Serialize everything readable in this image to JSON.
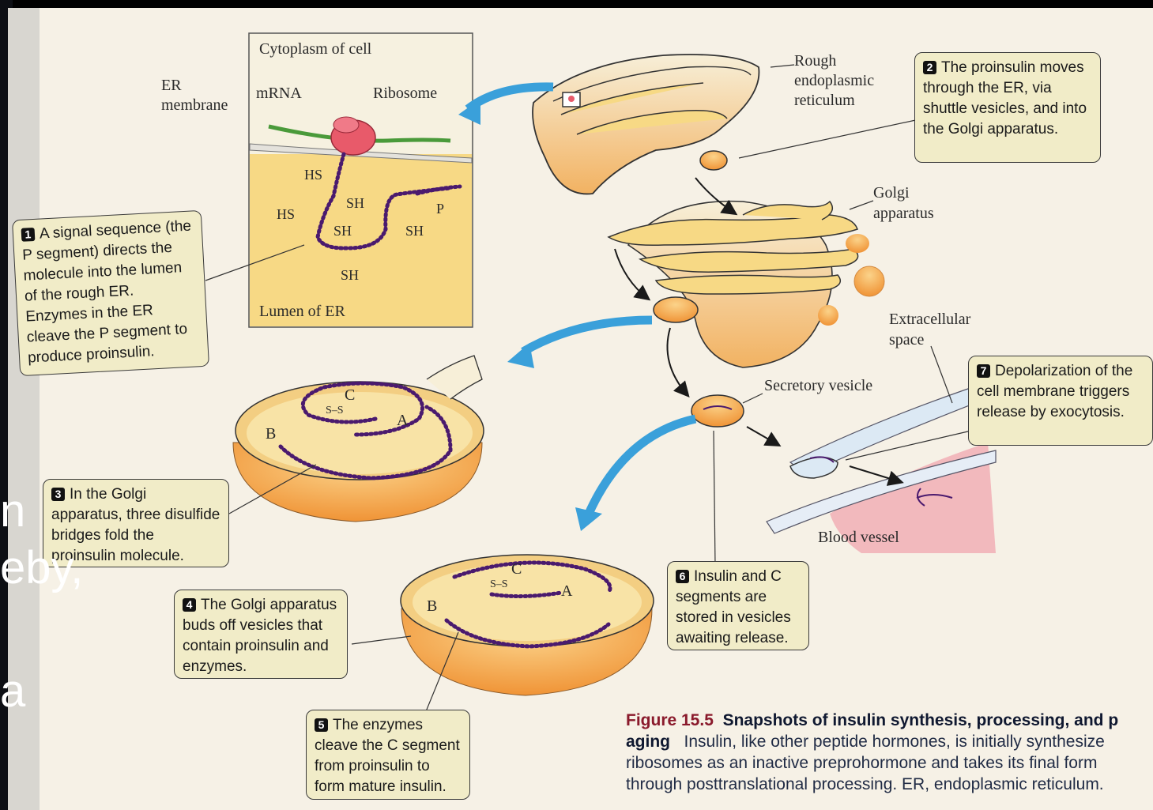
{
  "diagram": {
    "labels": {
      "cytoplasm": "Cytoplasm of cell",
      "er_membrane_1": "ER",
      "er_membrane_2": "membrane",
      "mrna": "mRNA",
      "ribosome": "Ribosome",
      "lumen": "Lumen of ER",
      "rough_er_1": "Rough",
      "rough_er_2": "endoplasmic",
      "rough_er_3": "reticulum",
      "golgi_1": "Golgi",
      "golgi_2": "apparatus",
      "extracellular_1": "Extracellular",
      "extracellular_2": "space",
      "secretory_vesicle": "Secretory vesicle",
      "blood_vessel": "Blood vessel",
      "hs1": "HS",
      "hs2": "HS",
      "sh1": "SH",
      "sh2": "SH",
      "sh3": "SH",
      "sh4": "SH",
      "p": "P",
      "chain_c1": "C",
      "chain_a1": "A",
      "chain_b1": "B",
      "chain_c2": "C",
      "chain_a2": "A",
      "chain_b2": "B",
      "ss": "S–S"
    },
    "steps": [
      {
        "num": "1",
        "text": "A signal sequence (the P segment) directs the molecule into the lumen of the rough ER. Enzymes in the ER cleave the P segment to produce proinsulin."
      },
      {
        "num": "2",
        "text": "The proinsulin moves through the ER, via shuttle vesicles, and into the Golgi apparatus."
      },
      {
        "num": "3",
        "text": "In the Golgi apparatus, three disulfide bridges fold the proinsulin molecule."
      },
      {
        "num": "4",
        "text": "The Golgi apparatus buds off vesicles that contain proinsulin and enzymes."
      },
      {
        "num": "5",
        "text": "The enzymes cleave the C segment from proinsulin to form mature insulin."
      },
      {
        "num": "6",
        "text": "Insulin and C segments are stored in vesicles awaiting release."
      },
      {
        "num": "7",
        "text": "Depolarization of the cell membrane triggers release by exocytosis."
      }
    ]
  },
  "caption": {
    "figure": "Figure 15.5",
    "title": "Snapshots of insulin synthesis, processing, and p",
    "title_cont": "aging",
    "body": "Insulin, like other peptide hormones, is initially synthesize ribosomes as an inactive preprohormone and takes its final form through posttranslational processing. ER, endoplasmic reticulum."
  },
  "slide_fragments": [
    "n",
    "eby,",
    "a"
  ],
  "colors": {
    "lumen": "#f7d985",
    "vesicle": "#f4a44a",
    "chain": "#4a1a6e",
    "arrow_blue": "#3aa0da",
    "ribosome": "#e85a6a",
    "mrna": "#4a9a3a",
    "blood": "#f2b9bd",
    "box_fill": "#f1ecc8"
  }
}
